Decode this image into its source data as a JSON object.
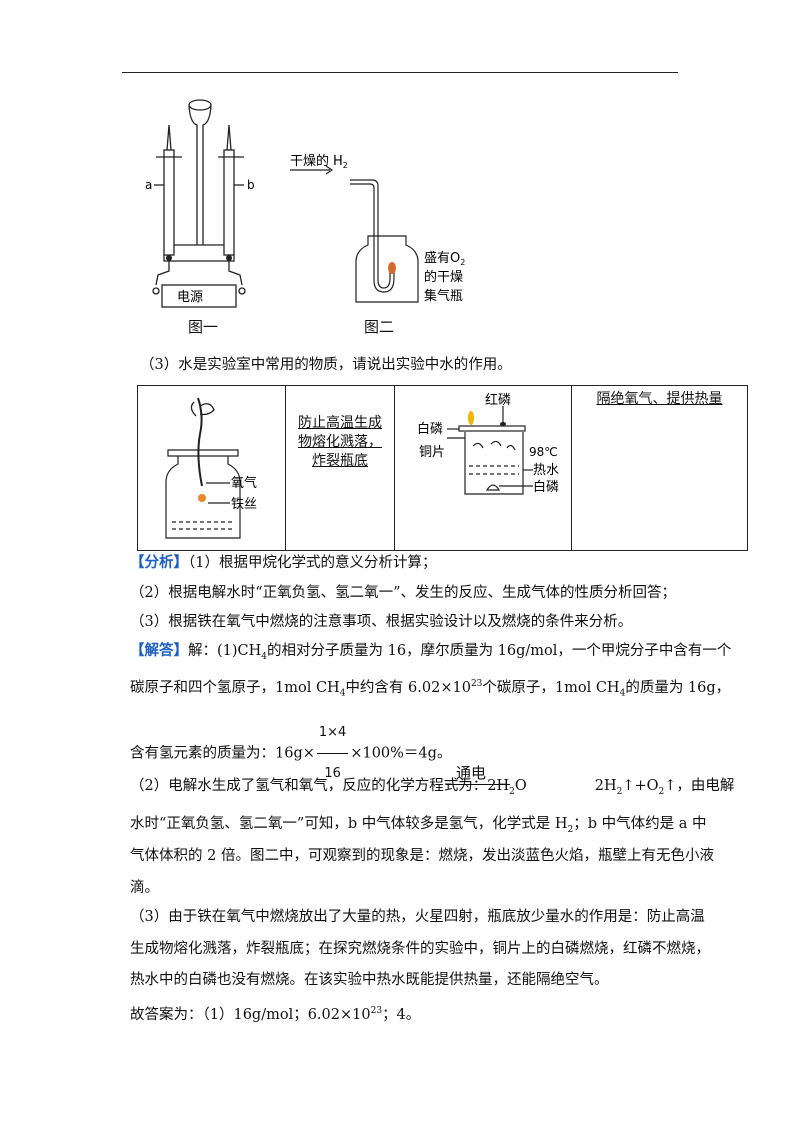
{
  "figures": {
    "fig1": {
      "label_a": "a",
      "label_b": "b",
      "power_label": "电源",
      "caption": "图一"
    },
    "fig2": {
      "gas_label": "干燥的",
      "gas_formula": "H",
      "gas_sub": "2",
      "bottle_line1": "盛有O",
      "bottle_line1_sub": "2",
      "bottle_line2": "的干燥",
      "bottle_line3": "集气瓶",
      "caption": "图二"
    }
  },
  "question3": "（3）水是实验室中常用的物质，请说出实验中水的作用。",
  "table": {
    "fe_labels": {
      "oxygen": "氧气",
      "wire": "铁丝"
    },
    "fe_answer": "防止高温生成物熔化溅落，炸裂瓶底",
    "p_labels": {
      "red_p": "红磷",
      "white_p_top": "白磷",
      "copper": "铜片",
      "temp": "98℃",
      "hot_water": "热水",
      "white_p_bottom": "白磷"
    },
    "p_answer": "隔绝氧气、提供热量"
  },
  "analysis": {
    "tag": "【分析】",
    "line1": "（1）根据甲烷化学式的意义分析计算；",
    "line2": "（2）根据电解水时“正氧负氢、氢二氧一”、发生的反应、生成气体的性质分析回答；",
    "line3": "（3）根据铁在氧气中燃烧的注意事项、根据实验设计以及燃烧的条件来分析。"
  },
  "solution": {
    "tag": "【解答】",
    "p1_a": "解：(1)CH",
    "p1_a_sub": "4",
    "p1_b": "的相对分子质量为 16，摩尔质量为 16g/mol，一个甲烷分子中含有一个",
    "p2_a": "碳原子和四个氢原子，1mol  CH",
    "p2_a_sub": "4",
    "p2_b": "中约含有 6.02×10",
    "p2_b_sup": "23",
    "p2_c": "个碳原子，1mol  CH",
    "p2_c_sub": "4",
    "p2_d": "的质量为 16g，",
    "p3_a": "含有氢元素的质量为：16g×",
    "p3_num": "1×4",
    "p3_den": "16",
    "p3_b": "×100%＝4g。",
    "p4_a": "（2）电解水生成了氢气和氧气，反应的化学方程式为：2H",
    "p4_a_sub": "2",
    "p4_b": "O",
    "p4_cond": "通电",
    "p4_c": "2H",
    "p4_c_sub": "2",
    "p4_d": "↑+O",
    "p4_d_sub": "2",
    "p4_e": "↑，由电解",
    "p5_a": "水时“正氧负氢、氢二氧一”可知，b 中气体较多是氢气，化学式是 H",
    "p5_a_sub": "2",
    "p5_b": "；b 中气体约是 a 中",
    "p6": "气体体积的 2 倍。图二中，可观察到的现象是：燃烧，发出淡蓝色火焰，瓶壁上有无色小液",
    "p7": "滴。",
    "p8": "（3）由于铁在氧气中燃烧放出了大量的热，火星四射，瓶底放少量水的作用是：防止高温",
    "p9": "生成物熔化溅落，炸裂瓶底；在探究燃烧条件的实验中，铜片上的白磷燃烧，红磷不燃烧，",
    "p10": "热水中的白磷也没有燃烧。在该实验中热水既能提供热量，还能隔绝空气。",
    "p11_a": "故答案为：（1）16g/mol；6.02×10",
    "p11_sup": "23",
    "p11_b": "；4。"
  }
}
